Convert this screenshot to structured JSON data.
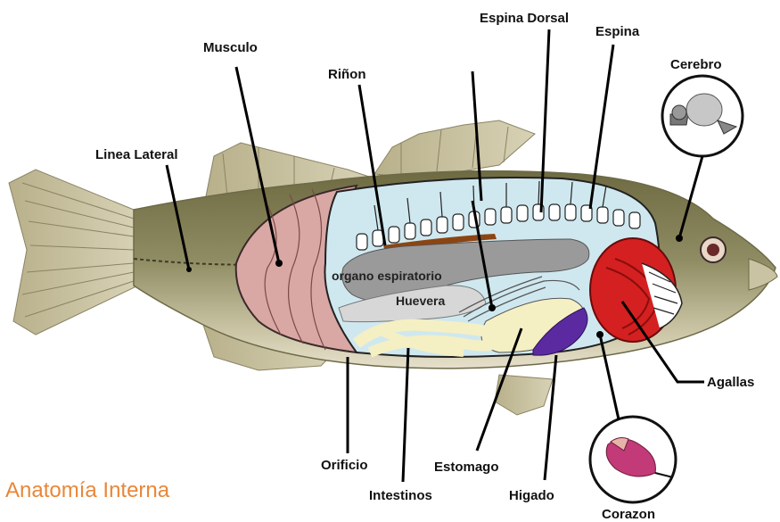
{
  "diagram": {
    "caption": "Anatomía Interna",
    "labels": {
      "musculo": "Musculo",
      "rinon": "Riñon",
      "espina_dorsal": "Espina Dorsal",
      "espina": "Espina",
      "cerebro": "Cerebro",
      "linea_lateral": "Linea Lateral",
      "organo_respiratorio": "organo espiratorio",
      "huevera": "Huevera",
      "agallas": "Agallas",
      "orificio": "Orificio",
      "estomago": "Estomago",
      "intestinos": "Intestinos",
      "higado": "Higado",
      "corazon": "Corazon"
    },
    "colors": {
      "caption": "#e8873a",
      "muscle": "#d9a7a4",
      "body_cavity": "#cfe8ef",
      "kidney": "#8b4513",
      "swim_bladder": "#9a9a9a",
      "gills": "#d42020",
      "liver": "#5b2aa0",
      "stomach": "#f5efc4",
      "heart": "#c23a78",
      "fish_body": "#8a8a5e",
      "fins": "#c9c4a2"
    }
  }
}
